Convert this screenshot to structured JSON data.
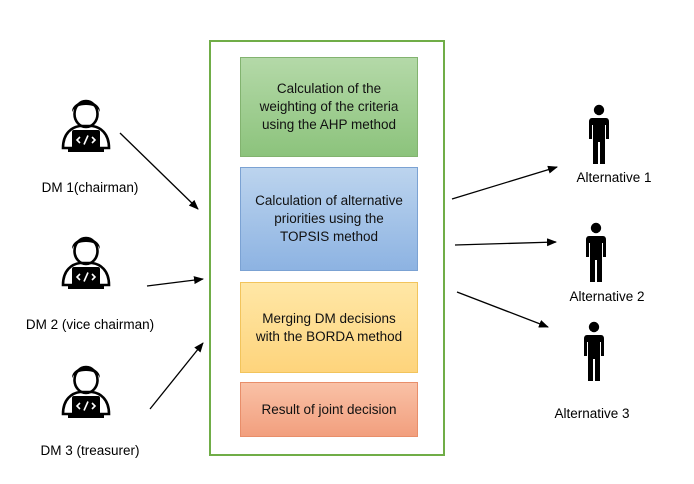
{
  "decision_makers": [
    {
      "label": "DM 1(chairman)"
    },
    {
      "label": "DM 2 (vice chairman)"
    },
    {
      "label": "DM 3 (treasurer)"
    }
  ],
  "steps": [
    {
      "label": "Calculation of the weighting of the criteria using the AHP method",
      "color": "#93c47d"
    },
    {
      "label": "Calculation of alternative priorities using the TOPSIS method",
      "color": "#8db3e2"
    },
    {
      "label": "Merging DM decisions with the BORDA method",
      "color": "#ffd966"
    },
    {
      "label": "Result of joint decision",
      "color": "#f4a582"
    }
  ],
  "alternatives": [
    {
      "label": "Alternative 1"
    },
    {
      "label": "Alternative 2"
    },
    {
      "label": "Alternative 3"
    }
  ],
  "colors": {
    "frame": "#70ad47",
    "arrow": "#000000",
    "icon": "#000000"
  },
  "icons": {
    "decision_maker": "person-laptop-icon",
    "alternative": "person-standing-icon"
  }
}
